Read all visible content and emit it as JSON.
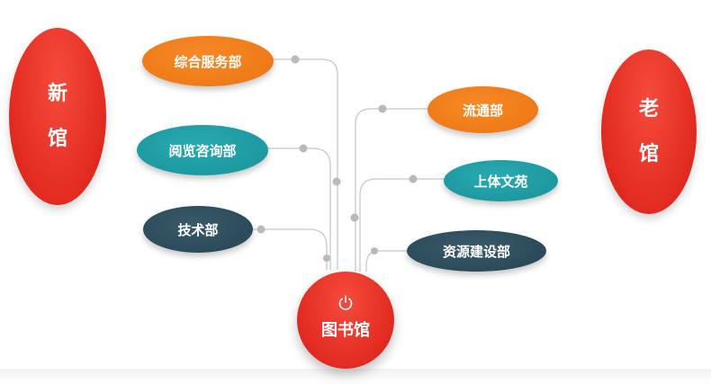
{
  "halls": {
    "new": [
      "新",
      "馆"
    ],
    "old": [
      "老",
      "馆"
    ]
  },
  "center": {
    "icon": "power-icon",
    "label": "图书馆"
  },
  "left_departments": [
    {
      "label": "综合服务部",
      "color": "orange"
    },
    {
      "label": "阅览咨询部",
      "color": "teal"
    },
    {
      "label": "技术部",
      "color": "dark"
    }
  ],
  "right_departments": [
    {
      "label": "流通部",
      "color": "orange"
    },
    {
      "label": "上体文苑",
      "color": "teal"
    },
    {
      "label": "资源建设部",
      "color": "dark"
    }
  ],
  "colors": {
    "red": "#e42d23",
    "orange": "#ef7a18",
    "teal": "#1d99a0",
    "dark": "#2b4a5a",
    "connector": "#c8c8c8",
    "connector_dot": "#b9b9b9"
  }
}
